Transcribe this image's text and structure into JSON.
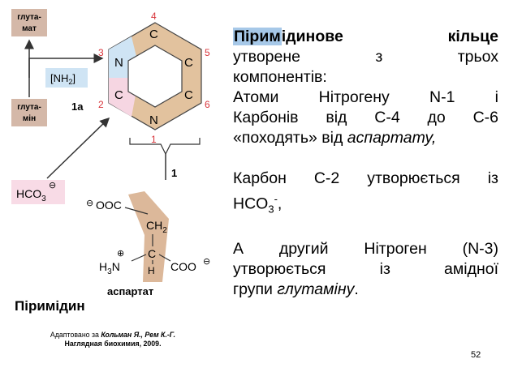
{
  "title_highlight": "Пірим",
  "title_rest": "ідинове",
  "title_word2": "кільце",
  "line2": [
    "утворене",
    "з",
    "трьох"
  ],
  "line3": "компонентів:",
  "line4": [
    "Атоми",
    "Нітрогену",
    "N-1",
    "і"
  ],
  "line5": "Карбонів від С-4 до С-6",
  "line6_text": "«походять» від ",
  "line6_italic": "аспартату,",
  "line7": "Карбон С-2 утворюється із",
  "line8": "HCO",
  "line8_sub": "3",
  "line8_sup": "-",
  "line8_end": ",",
  "line9": "А другий Нітроген (N-3)",
  "line10": [
    "утворюється",
    "із",
    "амідної"
  ],
  "line11_text": "групи ",
  "line11_italic": "глутаміну",
  "line11_end": ".",
  "diagram": {
    "glutamate_line1": "глута-",
    "glutamate_line2": "мат",
    "glutamine_line1": "глута-",
    "glutamine_line2": "мін",
    "nh2": "[NH",
    "nh2_sub": "2",
    "nh2_end": "]",
    "label_1a": "1a",
    "label_1": "1",
    "hco3": "HCO",
    "hco3_sub": "3",
    "ring_numbers": [
      "1",
      "2",
      "3",
      "4",
      "5",
      "6"
    ],
    "atom_N": "N",
    "atom_C": "C",
    "aspartate_ooc": "OOC",
    "aspartate_ch2": "CH",
    "aspartate_ch2_sub": "2",
    "aspartate_c": "C",
    "aspartate_h": "H",
    "aspartate_h3n": "H",
    "aspartate_h3n_sub": "3",
    "aspartate_n": "N",
    "aspartate_coo": "COO",
    "minus": "⊖",
    "plus": "⊕"
  },
  "label_pyrimidine": "Піримідин",
  "label_aspartate": "аспартат",
  "credit_prefix": "Адаптовано за ",
  "credit_authors": "Кольман Я., Рем К.-Г.",
  "credit_line2": "Наглядная биохимия, 2009.",
  "page_number": "52",
  "colors": {
    "title_highlight": "#a6c8e8",
    "glu_box": "#d4b8a8",
    "nh2_box": "#cfe4f4",
    "hco3_box": "#f8dbe6",
    "ring_orange": "#e2c29e",
    "ring_blue": "#cfe4f4",
    "ring_pink": "#f6d6e2",
    "aspartate_band": "#dcb89a",
    "number_red": "#d8343a"
  }
}
